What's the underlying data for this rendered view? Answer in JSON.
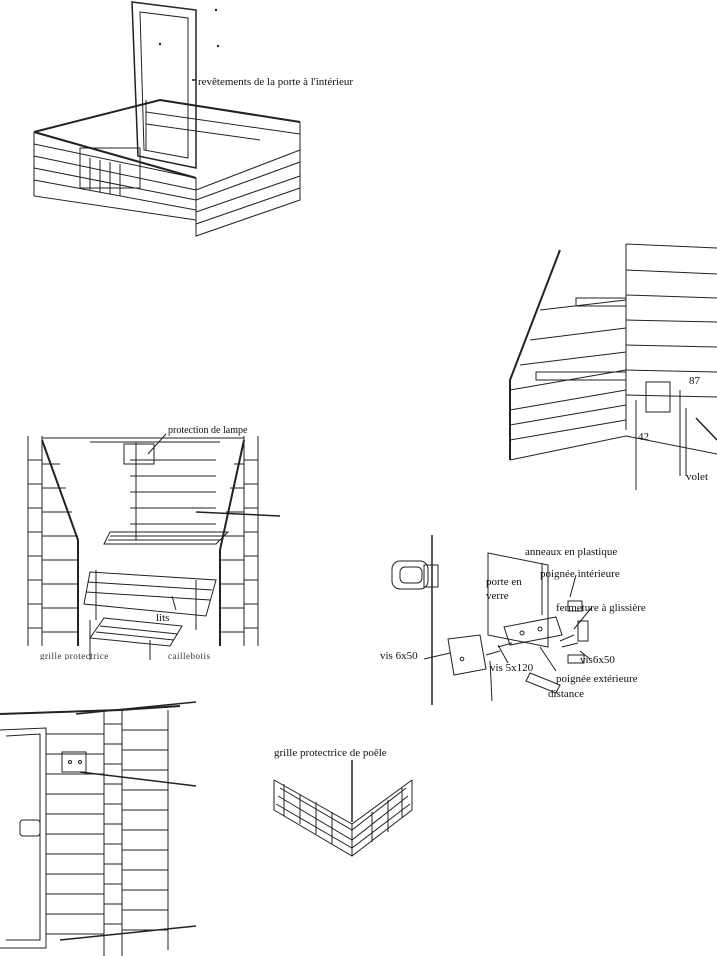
{
  "figure1": {
    "label": "revêtements de la porte à l'intérieur"
  },
  "figure2": {
    "dim_87": "87",
    "dim_42": "42",
    "label_volet": "volet"
  },
  "figure3": {
    "label_roof": "protection de lampe",
    "label_lits": "lits",
    "label_bottom_left": "grille protectrice",
    "label_bottom_right": "caillebotis"
  },
  "figure4": {
    "anneaux": "anneaux en plastique",
    "poignee_int": "poignée intérieure",
    "porte_en": "porte en",
    "verre": "verre",
    "fermeture": "fermeture à glissière",
    "vis_left": "vis 6x50",
    "vis_5x120": "vis 5x120",
    "vis_right": "vis6x50",
    "poignee_ext": "poignée extérieure",
    "distance": "distance"
  },
  "figure6": {
    "label": "grille protectrice de poêle"
  }
}
